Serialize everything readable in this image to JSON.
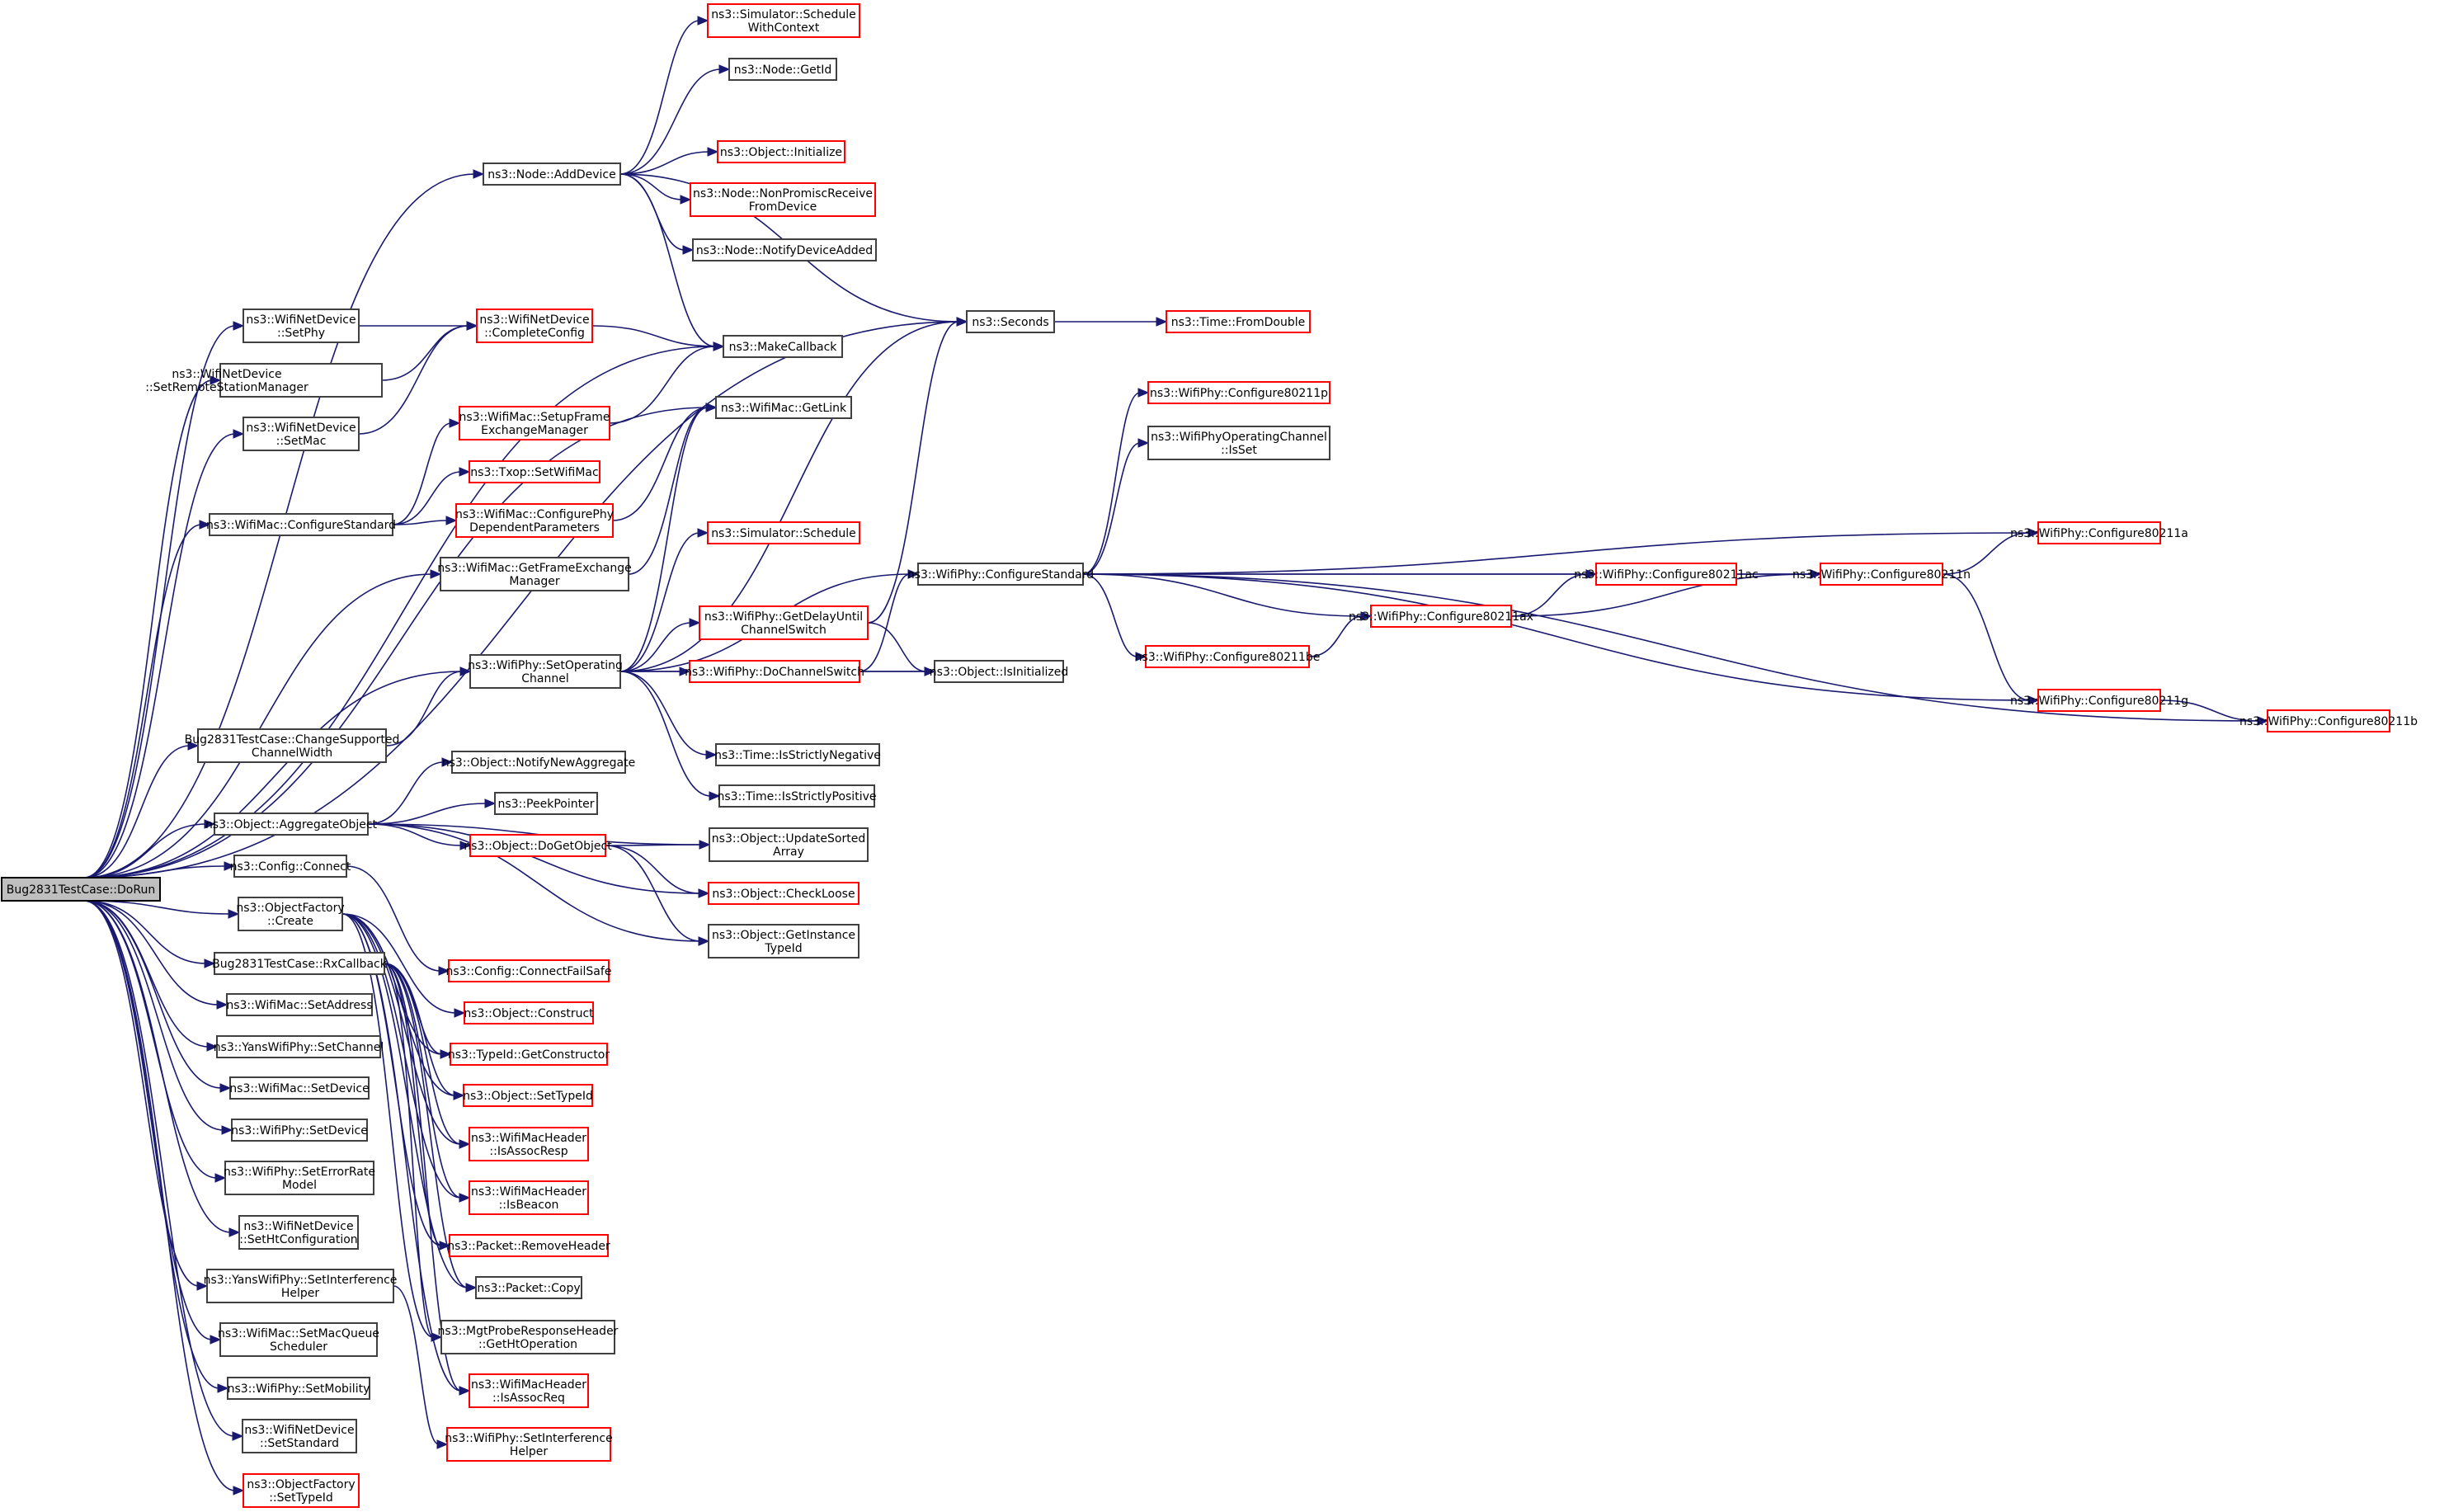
{
  "graph_title": "Bug2831TestCase::DoRun call graph",
  "colors": {
    "edge": "#191970",
    "node_border": "#404040",
    "undocumented_border": "#ff0000",
    "root_fill": "#bfbfbf"
  },
  "nodes": [
    {
      "id": "root",
      "lines": [
        "Bug2831TestCase::DoRun"
      ],
      "style": "root"
    },
    {
      "id": "addDevice",
      "lines": [
        "ns3::Node::AddDevice"
      ],
      "style": "normal"
    },
    {
      "id": "schedWithCtx",
      "lines": [
        "ns3::Simulator::Schedule",
        "WithContext"
      ],
      "style": "red"
    },
    {
      "id": "getId",
      "lines": [
        "ns3::Node::GetId"
      ],
      "style": "normal"
    },
    {
      "id": "objInit",
      "lines": [
        "ns3::Object::Initialize"
      ],
      "style": "red"
    },
    {
      "id": "nonPromisc",
      "lines": [
        "ns3::Node::NonPromiscReceive",
        "FromDevice"
      ],
      "style": "red"
    },
    {
      "id": "notifyDev",
      "lines": [
        "ns3::Node::NotifyDeviceAdded"
      ],
      "style": "normal"
    },
    {
      "id": "seconds",
      "lines": [
        "ns3::Seconds"
      ],
      "style": "normal"
    },
    {
      "id": "fromDouble",
      "lines": [
        "ns3::Time::FromDouble"
      ],
      "style": "red"
    },
    {
      "id": "setPhy",
      "lines": [
        "ns3::WifiNetDevice",
        "::SetPhy"
      ],
      "style": "normal"
    },
    {
      "id": "completeCfg",
      "lines": [
        "ns3::WifiNetDevice",
        "::CompleteConfig"
      ],
      "style": "red"
    },
    {
      "id": "makeCb",
      "lines": [
        "ns3::MakeCallback"
      ],
      "style": "normal"
    },
    {
      "id": "setRSM",
      "lines": [
        "ns3::WifiNetDevice",
        "::SetRemoteStationManager"
      ],
      "style": "normal",
      "align": "left"
    },
    {
      "id": "setMac",
      "lines": [
        "ns3::WifiNetDevice",
        "::SetMac"
      ],
      "style": "normal"
    },
    {
      "id": "setupFEM",
      "lines": [
        "ns3::WifiMac::SetupFrame",
        "ExchangeManager"
      ],
      "style": "red"
    },
    {
      "id": "getLink",
      "lines": [
        "ns3::WifiMac::GetLink"
      ],
      "style": "normal"
    },
    {
      "id": "txopSetMac",
      "lines": [
        "ns3::Txop::SetWifiMac"
      ],
      "style": "red"
    },
    {
      "id": "macCfgStd",
      "lines": [
        "ns3::WifiMac::ConfigureStandard"
      ],
      "style": "normal"
    },
    {
      "id": "cfgPhyDep",
      "lines": [
        "ns3::WifiMac::ConfigurePhy",
        "DependentParameters"
      ],
      "style": "red"
    },
    {
      "id": "getFEM",
      "lines": [
        "ns3::WifiMac::GetFrameExchange",
        "Manager"
      ],
      "style": "normal"
    },
    {
      "id": "simSched",
      "lines": [
        "ns3::Simulator::Schedule"
      ],
      "style": "red"
    },
    {
      "id": "phyCfgStd",
      "lines": [
        "ns3::WifiPhy::ConfigureStandard"
      ],
      "style": "normal"
    },
    {
      "id": "cfg80211p",
      "lines": [
        "ns3::WifiPhy::Configure80211p"
      ],
      "style": "red"
    },
    {
      "id": "opChIsSet",
      "lines": [
        "ns3::WifiPhyOperatingChannel",
        "::IsSet"
      ],
      "style": "normal"
    },
    {
      "id": "cfg80211a",
      "lines": [
        "ns3::WifiPhy::Configure80211a"
      ],
      "style": "red"
    },
    {
      "id": "cfg80211ac",
      "lines": [
        "ns3::WifiPhy::Configure80211ac"
      ],
      "style": "red"
    },
    {
      "id": "cfg80211n",
      "lines": [
        "ns3::WifiPhy::Configure80211n"
      ],
      "style": "red"
    },
    {
      "id": "cfg80211ax",
      "lines": [
        "ns3::WifiPhy::Configure80211ax"
      ],
      "style": "red"
    },
    {
      "id": "cfg80211be",
      "lines": [
        "ns3::WifiPhy::Configure80211be"
      ],
      "style": "red"
    },
    {
      "id": "cfg80211g",
      "lines": [
        "ns3::WifiPhy::Configure80211g"
      ],
      "style": "red"
    },
    {
      "id": "cfg80211b",
      "lines": [
        "ns3::WifiPhy::Configure80211b"
      ],
      "style": "red"
    },
    {
      "id": "getDelay",
      "lines": [
        "ns3::WifiPhy::GetDelayUntil",
        "ChannelSwitch"
      ],
      "style": "red"
    },
    {
      "id": "setOpCh",
      "lines": [
        "ns3::WifiPhy::SetOperating",
        "Channel"
      ],
      "style": "normal"
    },
    {
      "id": "doChSw",
      "lines": [
        "ns3::WifiPhy::DoChannelSwitch"
      ],
      "style": "red"
    },
    {
      "id": "isInit",
      "lines": [
        "ns3::Object::IsInitialized"
      ],
      "style": "normal"
    },
    {
      "id": "changeCW",
      "lines": [
        "Bug2831TestCase::ChangeSupported",
        "ChannelWidth"
      ],
      "style": "normal"
    },
    {
      "id": "strictNeg",
      "lines": [
        "ns3::Time::IsStrictlyNegative"
      ],
      "style": "normal"
    },
    {
      "id": "notifyAgg",
      "lines": [
        "ns3::Object::NotifyNewAggregate"
      ],
      "style": "normal"
    },
    {
      "id": "strictPos",
      "lines": [
        "ns3::Time::IsStrictlyPositive"
      ],
      "style": "normal"
    },
    {
      "id": "aggObj",
      "lines": [
        "ns3::Object::AggregateObject"
      ],
      "style": "normal"
    },
    {
      "id": "peekPtr",
      "lines": [
        "ns3::PeekPointer"
      ],
      "style": "normal"
    },
    {
      "id": "updSorted",
      "lines": [
        "ns3::Object::UpdateSorted",
        "Array"
      ],
      "style": "normal"
    },
    {
      "id": "doGetObj",
      "lines": [
        "ns3::Object::DoGetObject"
      ],
      "style": "red"
    },
    {
      "id": "cfgConnect",
      "lines": [
        "ns3::Config::Connect"
      ],
      "style": "normal"
    },
    {
      "id": "checkLoose",
      "lines": [
        "ns3::Object::CheckLoose"
      ],
      "style": "red"
    },
    {
      "id": "ofCreate",
      "lines": [
        "ns3::ObjectFactory",
        "::Create"
      ],
      "style": "normal"
    },
    {
      "id": "getInstTid",
      "lines": [
        "ns3::Object::GetInstance",
        "TypeId"
      ],
      "style": "normal"
    },
    {
      "id": "rxCb",
      "lines": [
        "Bug2831TestCase::RxCallback"
      ],
      "style": "normal"
    },
    {
      "id": "connFailSafe",
      "lines": [
        "ns3::Config::ConnectFailSafe"
      ],
      "style": "red"
    },
    {
      "id": "macSetAddr",
      "lines": [
        "ns3::WifiMac::SetAddress"
      ],
      "style": "normal"
    },
    {
      "id": "objConstruct",
      "lines": [
        "ns3::Object::Construct"
      ],
      "style": "red"
    },
    {
      "id": "yansSetCh",
      "lines": [
        "ns3::YansWifiPhy::SetChannel"
      ],
      "style": "normal"
    },
    {
      "id": "getCtor",
      "lines": [
        "ns3::TypeId::GetConstructor"
      ],
      "style": "red"
    },
    {
      "id": "macSetDev",
      "lines": [
        "ns3::WifiMac::SetDevice"
      ],
      "style": "normal"
    },
    {
      "id": "objSetTid",
      "lines": [
        "ns3::Object::SetTypeId"
      ],
      "style": "red"
    },
    {
      "id": "phySetDev",
      "lines": [
        "ns3::WifiPhy::SetDevice"
      ],
      "style": "normal"
    },
    {
      "id": "isAssocResp",
      "lines": [
        "ns3::WifiMacHeader",
        "::IsAssocResp"
      ],
      "style": "red"
    },
    {
      "id": "setErrRate",
      "lines": [
        "ns3::WifiPhy::SetErrorRate",
        "Model"
      ],
      "style": "normal"
    },
    {
      "id": "isBeacon",
      "lines": [
        "ns3::WifiMacHeader",
        "::IsBeacon"
      ],
      "style": "red"
    },
    {
      "id": "setHtCfg",
      "lines": [
        "ns3::WifiNetDevice",
        "::SetHtConfiguration"
      ],
      "style": "normal"
    },
    {
      "id": "rmHeader",
      "lines": [
        "ns3::Packet::RemoveHeader"
      ],
      "style": "red"
    },
    {
      "id": "yansSetIH",
      "lines": [
        "ns3::YansWifiPhy::SetInterference",
        "Helper"
      ],
      "style": "normal"
    },
    {
      "id": "pktCopy",
      "lines": [
        "ns3::Packet::Copy"
      ],
      "style": "normal"
    },
    {
      "id": "setMQS",
      "lines": [
        "ns3::WifiMac::SetMacQueue",
        "Scheduler"
      ],
      "style": "normal"
    },
    {
      "id": "getHtOp",
      "lines": [
        "ns3::MgtProbeResponseHeader",
        "::GetHtOperation"
      ],
      "style": "normal"
    },
    {
      "id": "phySetMob",
      "lines": [
        "ns3::WifiPhy::SetMobility"
      ],
      "style": "normal"
    },
    {
      "id": "isAssocReq",
      "lines": [
        "ns3::WifiMacHeader",
        "::IsAssocReq"
      ],
      "style": "red"
    },
    {
      "id": "devSetStd",
      "lines": [
        "ns3::WifiNetDevice",
        "::SetStandard"
      ],
      "style": "normal"
    },
    {
      "id": "phySetIH",
      "lines": [
        "ns3::WifiPhy::SetInterference",
        "Helper"
      ],
      "style": "red"
    },
    {
      "id": "ofSetTid",
      "lines": [
        "ns3::ObjectFactory",
        "::SetTypeId"
      ],
      "style": "red"
    }
  ],
  "edges": [
    [
      "root",
      "addDevice"
    ],
    [
      "root",
      "seconds"
    ],
    [
      "root",
      "setPhy"
    ],
    [
      "root",
      "setRSM"
    ],
    [
      "root",
      "setMac"
    ],
    [
      "root",
      "makeCb"
    ],
    [
      "root",
      "macCfgStd"
    ],
    [
      "root",
      "getFEM"
    ],
    [
      "root",
      "getLink"
    ],
    [
      "root",
      "setOpCh"
    ],
    [
      "root",
      "changeCW"
    ],
    [
      "root",
      "aggObj"
    ],
    [
      "root",
      "cfgConnect"
    ],
    [
      "root",
      "ofCreate"
    ],
    [
      "root",
      "rxCb"
    ],
    [
      "root",
      "macSetAddr"
    ],
    [
      "root",
      "yansSetCh"
    ],
    [
      "root",
      "macSetDev"
    ],
    [
      "root",
      "phySetDev"
    ],
    [
      "root",
      "setErrRate"
    ],
    [
      "root",
      "setHtCfg"
    ],
    [
      "root",
      "yansSetIH"
    ],
    [
      "root",
      "setMQS"
    ],
    [
      "root",
      "phySetMob"
    ],
    [
      "root",
      "devSetStd"
    ],
    [
      "root",
      "ofSetTid"
    ],
    [
      "addDevice",
      "schedWithCtx"
    ],
    [
      "addDevice",
      "getId"
    ],
    [
      "addDevice",
      "seconds"
    ],
    [
      "addDevice",
      "objInit"
    ],
    [
      "addDevice",
      "nonPromisc"
    ],
    [
      "addDevice",
      "notifyDev"
    ],
    [
      "addDevice",
      "makeCb"
    ],
    [
      "seconds",
      "fromDouble"
    ],
    [
      "setPhy",
      "completeCfg"
    ],
    [
      "setRSM",
      "completeCfg"
    ],
    [
      "setMac",
      "completeCfg"
    ],
    [
      "completeCfg",
      "makeCb"
    ],
    [
      "setupFEM",
      "makeCb"
    ],
    [
      "macCfgStd",
      "setupFEM"
    ],
    [
      "macCfgStd",
      "txopSetMac"
    ],
    [
      "macCfgStd",
      "cfgPhyDep"
    ],
    [
      "cfgPhyDep",
      "getLink"
    ],
    [
      "getFEM",
      "getLink"
    ],
    [
      "setOpCh",
      "seconds"
    ],
    [
      "setOpCh",
      "getLink"
    ],
    [
      "setOpCh",
      "simSched"
    ],
    [
      "setOpCh",
      "phyCfgStd"
    ],
    [
      "setOpCh",
      "getDelay"
    ],
    [
      "setOpCh",
      "doChSw"
    ],
    [
      "setOpCh",
      "isInit"
    ],
    [
      "setOpCh",
      "strictNeg"
    ],
    [
      "setOpCh",
      "strictPos"
    ],
    [
      "getDelay",
      "seconds"
    ],
    [
      "getDelay",
      "isInit"
    ],
    [
      "doChSw",
      "phyCfgStd"
    ],
    [
      "doChSw",
      "isInit"
    ],
    [
      "phyCfgStd",
      "cfg80211p"
    ],
    [
      "phyCfgStd",
      "opChIsSet"
    ],
    [
      "phyCfgStd",
      "cfg80211a"
    ],
    [
      "phyCfgStd",
      "cfg80211n"
    ],
    [
      "phyCfgStd",
      "cfg80211ac"
    ],
    [
      "phyCfgStd",
      "cfg80211ax"
    ],
    [
      "phyCfgStd",
      "cfg80211be"
    ],
    [
      "phyCfgStd",
      "cfg80211g"
    ],
    [
      "phyCfgStd",
      "cfg80211b"
    ],
    [
      "cfg80211be",
      "cfg80211ax"
    ],
    [
      "cfg80211ax",
      "cfg80211ac"
    ],
    [
      "cfg80211ax",
      "cfg80211n"
    ],
    [
      "cfg80211ac",
      "cfg80211n"
    ],
    [
      "cfg80211n",
      "cfg80211a"
    ],
    [
      "cfg80211n",
      "cfg80211g"
    ],
    [
      "cfg80211g",
      "cfg80211b"
    ],
    [
      "changeCW",
      "setOpCh"
    ],
    [
      "aggObj",
      "notifyAgg"
    ],
    [
      "aggObj",
      "peekPtr"
    ],
    [
      "aggObj",
      "doGetObj"
    ],
    [
      "aggObj",
      "updSorted"
    ],
    [
      "aggObj",
      "checkLoose"
    ],
    [
      "aggObj",
      "getInstTid"
    ],
    [
      "doGetObj",
      "updSorted"
    ],
    [
      "doGetObj",
      "checkLoose"
    ],
    [
      "doGetObj",
      "getInstTid"
    ],
    [
      "cfgConnect",
      "connFailSafe"
    ],
    [
      "ofCreate",
      "objConstruct"
    ],
    [
      "ofCreate",
      "getCtor"
    ],
    [
      "ofCreate",
      "objSetTid"
    ],
    [
      "ofCreate",
      "isAssocResp"
    ],
    [
      "ofCreate",
      "isBeacon"
    ],
    [
      "ofCreate",
      "rmHeader"
    ],
    [
      "ofCreate",
      "pktCopy"
    ],
    [
      "ofCreate",
      "getHtOp"
    ],
    [
      "ofCreate",
      "isAssocReq"
    ],
    [
      "rxCb",
      "getCtor"
    ],
    [
      "rxCb",
      "objSetTid"
    ],
    [
      "rxCb",
      "isAssocResp"
    ],
    [
      "rxCb",
      "isBeacon"
    ],
    [
      "rxCb",
      "rmHeader"
    ],
    [
      "rxCb",
      "pktCopy"
    ],
    [
      "rxCb",
      "getHtOp"
    ],
    [
      "rxCb",
      "isAssocReq"
    ],
    [
      "yansSetIH",
      "phySetIH"
    ]
  ]
}
